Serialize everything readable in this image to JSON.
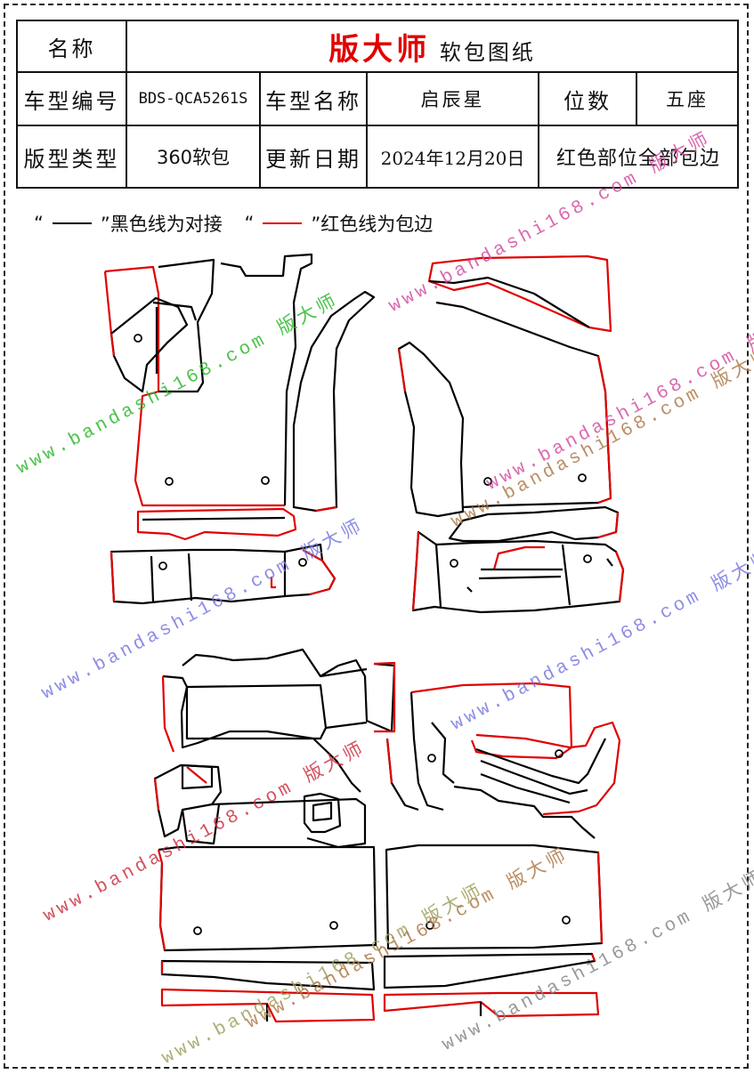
{
  "header": {
    "name_label": "名称",
    "brand": "版大师",
    "brand_sub": "软包图纸",
    "model_code_label": "车型编号",
    "model_code": "BDS-QCA5261S",
    "model_name_label": "车型名称",
    "model_name": "启辰星",
    "seats_label": "位数",
    "seats": "五座",
    "pattern_type_label": "版型类型",
    "pattern_type": "360软包",
    "update_date_label": "更新日期",
    "update_date": "2024年12月20日",
    "red_note": "红色部位全部包边"
  },
  "legend": {
    "black_open": "“",
    "black_close": "”黑色线为对接",
    "red_open": "“",
    "red_close": "”红色线为包边"
  },
  "watermark": {
    "url": "www.bandashi168.com",
    "brand": "版大师",
    "colors": [
      "#2db82d",
      "#d44fa0",
      "#7a7ae0",
      "#b07a4a",
      "#cc3344",
      "#a0a060",
      "#888888"
    ]
  },
  "line_colors": {
    "butt_joint": "#000000",
    "edge_binding": "#e00000"
  }
}
